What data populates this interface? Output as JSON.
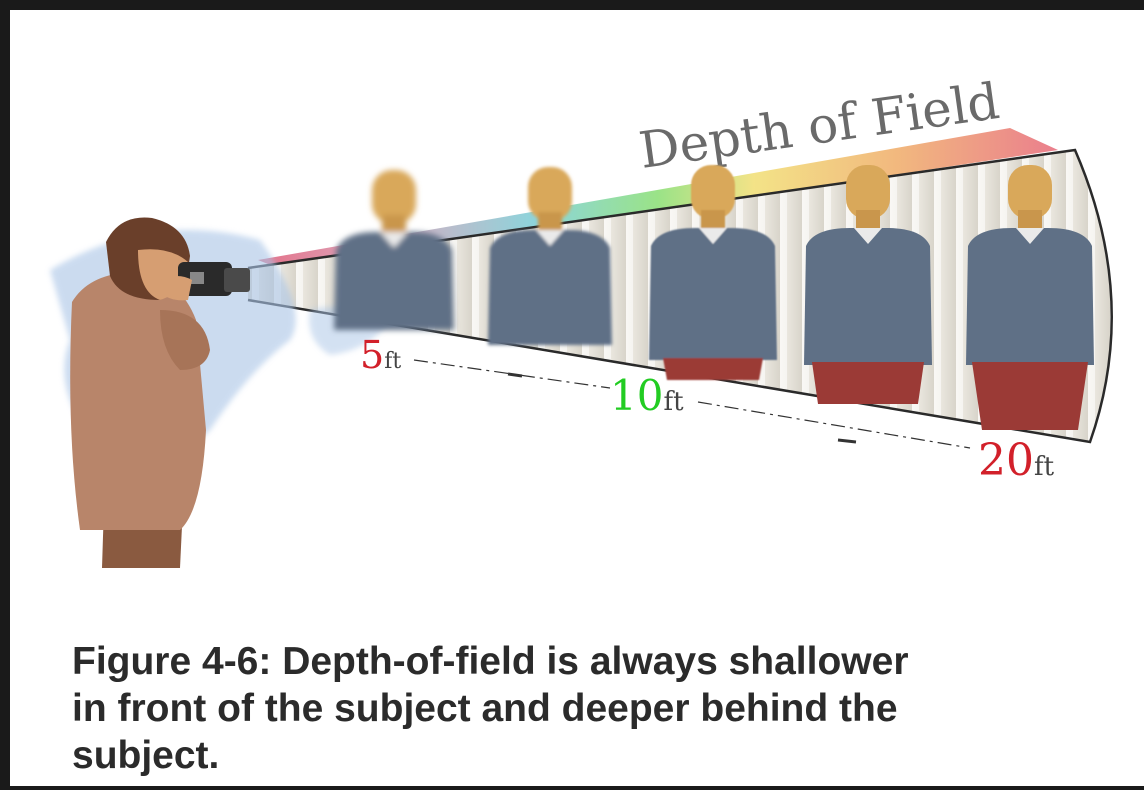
{
  "diagram": {
    "title": "Depth of Field",
    "distances": [
      {
        "value": "5",
        "unit": "ft",
        "color": "#d2202a"
      },
      {
        "value": "10",
        "unit": "ft",
        "color": "#22cc22"
      },
      {
        "value": "20",
        "unit": "ft",
        "color": "#d2202a"
      }
    ],
    "subject_count": 5,
    "colors": {
      "sweater": "#5f7086",
      "pants": "#9b3a36",
      "skin": "#d9a85a",
      "coat": "#b8856a",
      "cone_edge": "#2a2a2a"
    }
  },
  "caption": {
    "lines": [
      "Figure 4-6: Depth-of-field is always shallower",
      "in front of the subject and deeper behind the",
      "subject."
    ]
  }
}
